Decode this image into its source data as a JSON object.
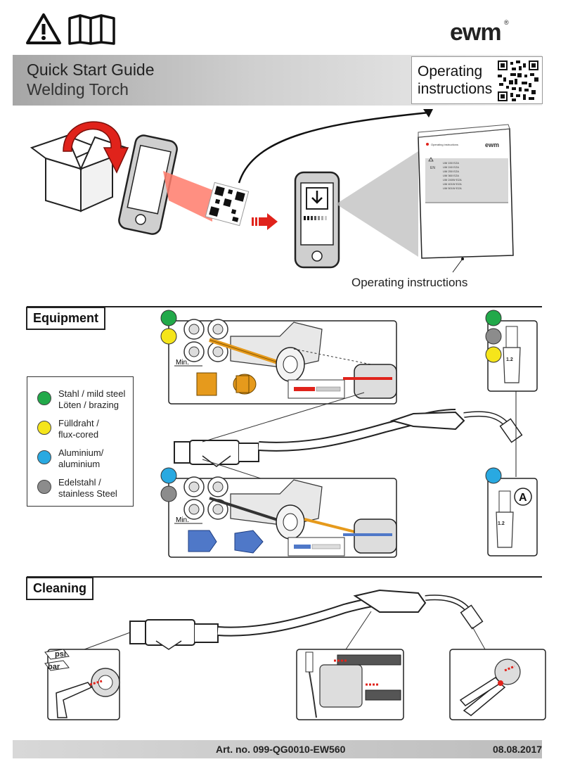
{
  "header": {
    "title_line1": "Quick Start Guide",
    "title_line2": "Welding Torch",
    "operating_box": "Operating\ninstructions",
    "logo": "ewm",
    "warning_icon": "warning-triangle-icon",
    "manual_icon": "manual-book-icon"
  },
  "intro": {
    "caption": "Operating instructions",
    "manual_cover": {
      "header_text": "Operating instructions",
      "lang": "EN",
      "models": [
        "UM 150 EZA",
        "UM 240 EZA",
        "UM 250 EZA",
        "UM 360 EZA",
        "UM 240W EZA",
        "UM 401W EZA",
        "UM 501W EZA"
      ]
    }
  },
  "equipment": {
    "label": "Equipment",
    "min_label": "Min.",
    "liner_value": "1.2",
    "liner_value_a": "1.2",
    "marker_a": "A"
  },
  "legend": {
    "items": [
      {
        "color": "#22a94a",
        "line1": "Stahl / mild steel",
        "line2": "Löten / brazing"
      },
      {
        "color": "#f5e51b",
        "line1": "Fülldraht /",
        "line2": "flux-cored"
      },
      {
        "color": "#29a9e1",
        "line1": "Aluminium/",
        "line2": "aluminium"
      },
      {
        "color": "#8c8c8c",
        "line1": "Edelstahl /",
        "line2": "stainless Steel"
      }
    ]
  },
  "cleaning": {
    "label": "Cleaning",
    "unit1": "psi",
    "unit2": "bar"
  },
  "footer": {
    "art_no": "Art. no. 099-QG0010-EW560",
    "date": "08.08.2017"
  },
  "colors": {
    "green": "#22a94a",
    "yellow": "#f5e51b",
    "blue": "#29a9e1",
    "grey": "#8c8c8c",
    "red": "#e0231b",
    "orange": "#e69a1c"
  }
}
